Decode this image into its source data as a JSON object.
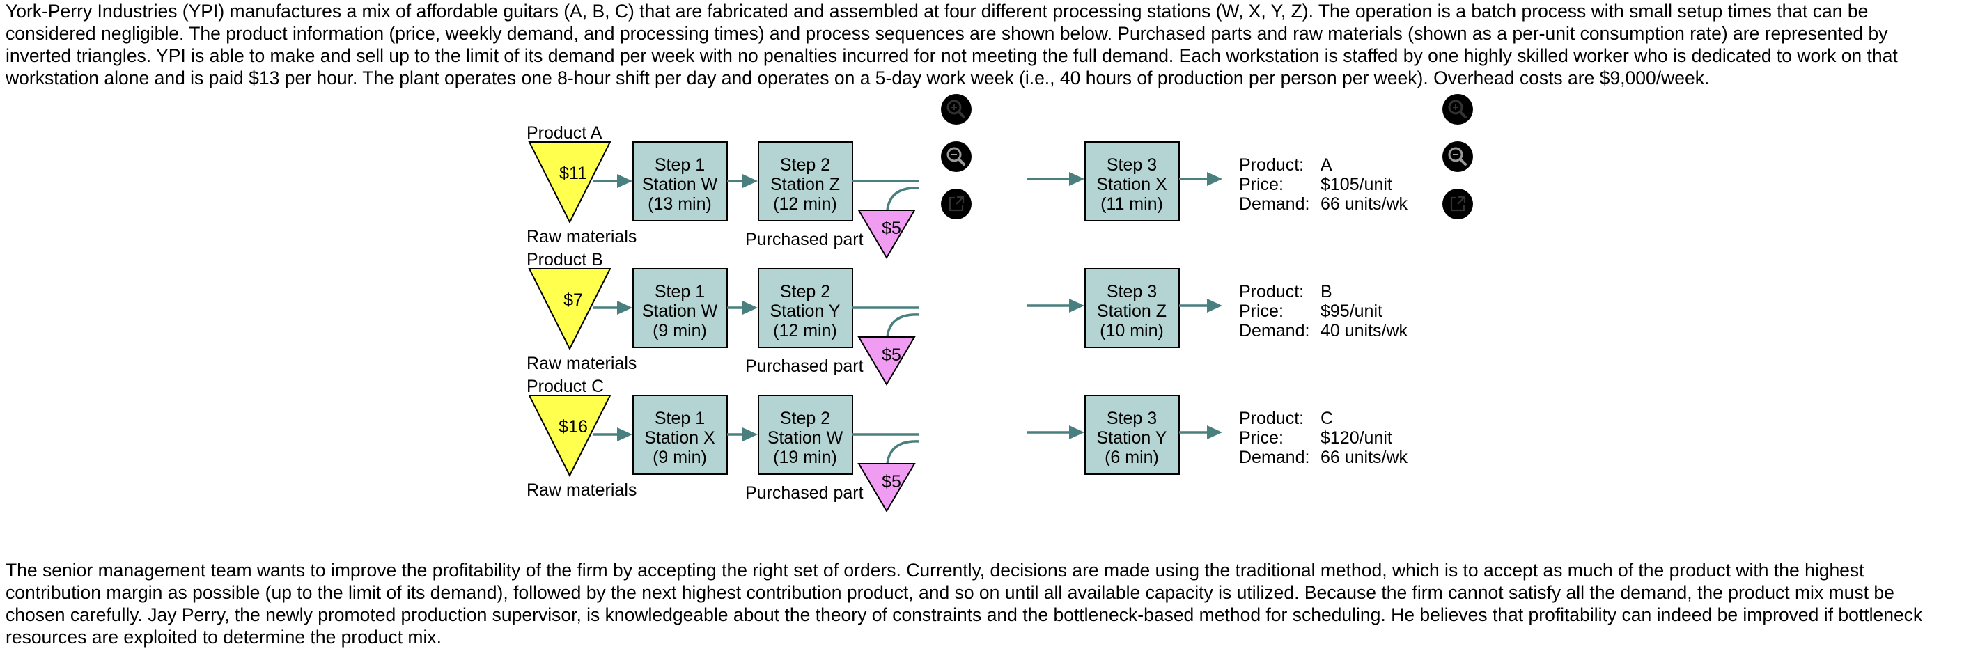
{
  "intro_text": "York-Perry Industries (YPI) manufactures a mix of affordable guitars (A, B, C) that are fabricated and assembled at four different processing stations (W, X, Y, Z). The operation is a batch process with small setup times that can be considered negligible. The product information (price, weekly demand, and processing times) and process sequences are shown below. Purchased parts and raw materials (shown as a per-unit consumption rate) are represented by inverted triangles. YPI is able to make and sell up to the limit of its demand per week with no penalties incurred for not meeting the full demand. Each workstation is staffed by one highly skilled worker who is dedicated to work on that workstation alone and is paid $13 per hour. The plant operates one 8-hour shift per day and operates on a 5-day work week (i.e., 40 hours of production per person per week). Overhead costs are $9,000/week.",
  "outro_text": "The senior management team wants to improve the profitability of the firm by accepting the right set of orders. Currently, decisions are made using the traditional method, which is to accept as much of the product with the highest contribution margin as possible (up to the limit of its demand), followed by the next highest contribution product, and so on until all available capacity is utilized. Because the firm cannot satisfy all the demand, the product mix must be chosen carefully. Jay Perry, the newly promoted production supervisor, is knowledgeable about the theory of constraints and the bottleneck-based method for scheduling. He believes that profitability can indeed be improved if bottleneck resources are exploited to determine the product mix.",
  "labels": {
    "raw_materials": "Raw materials",
    "purchased_part": "Purchased part",
    "product_key": "Product:",
    "price_key": "Price:",
    "demand_key": "Demand:"
  },
  "products": [
    {
      "header": "Product A",
      "raw_cost": "$11",
      "step1": {
        "step": "Step 1",
        "station": "Station W",
        "time": "(13 min)"
      },
      "step2": {
        "step": "Step 2",
        "station": "Station Z",
        "time": "(12 min)"
      },
      "part_cost": "$5",
      "step3": {
        "step": "Step 3",
        "station": "Station X",
        "time": "(11 min)"
      },
      "info": {
        "product": "A",
        "price": "$105/unit",
        "demand": "66 units/wk"
      }
    },
    {
      "header": "Product B",
      "raw_cost": "$7",
      "step1": {
        "step": "Step 1",
        "station": "Station W",
        "time": "(9 min)"
      },
      "step2": {
        "step": "Step 2",
        "station": "Station Y",
        "time": "(12 min)"
      },
      "part_cost": "$5",
      "step3": {
        "step": "Step 3",
        "station": "Station Z",
        "time": "(10 min)"
      },
      "info": {
        "product": "B",
        "price": "$95/unit",
        "demand": "40 units/wk"
      }
    },
    {
      "header": "Product C",
      "raw_cost": "$16",
      "step1": {
        "step": "Step 1",
        "station": "Station X",
        "time": "(9 min)"
      },
      "step2": {
        "step": "Step 2",
        "station": "Station W",
        "time": "(19 min)"
      },
      "part_cost": "$5",
      "step3": {
        "step": "Step 3",
        "station": "Station Y",
        "time": "(6 min)"
      },
      "info": {
        "product": "C",
        "price": "$120/unit",
        "demand": "66 units/wk"
      }
    }
  ],
  "toolbar_icons": [
    "zoom-in-icon",
    "zoom-out-icon",
    "popout-icon"
  ],
  "colors": {
    "station_box": "#b3d4d3",
    "raw_material_triangle": "#ffff4d",
    "purchased_part_triangle": "#f09cf3",
    "flow_arrow": "#4a7f7f"
  }
}
